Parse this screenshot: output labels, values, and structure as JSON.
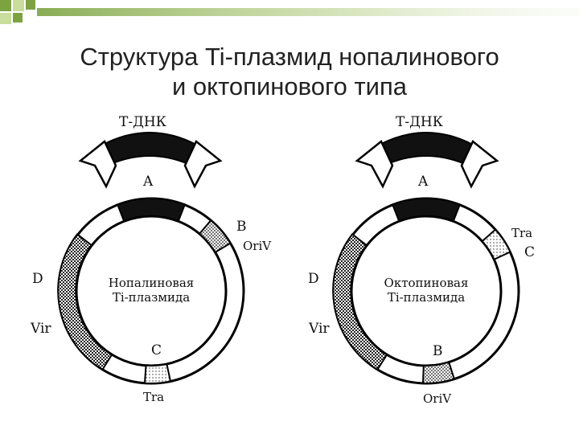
{
  "title": {
    "line1": "Структура Ti-плазмид нопалинового",
    "line2": "и октопинового типа"
  },
  "colors": {
    "accent": "#7da341",
    "accent_light": "#c9dd9c"
  },
  "diagrams": {
    "left": {
      "tdna": "Т-ДНК",
      "a": "A",
      "b": "B",
      "ori": "OriV",
      "d": "D",
      "vir": "Vir",
      "c": "C",
      "tra": "Tra",
      "center1": "Нопалиновая",
      "center2": "Ti-плазмида"
    },
    "right": {
      "tdna": "Т-ДНК",
      "a": "A",
      "tra": "Tra",
      "c": "C",
      "d": "D",
      "vir": "Vir",
      "b": "B",
      "ori": "OriV",
      "center1": "Октопиновая",
      "center2": "Ti-плазмида"
    }
  }
}
